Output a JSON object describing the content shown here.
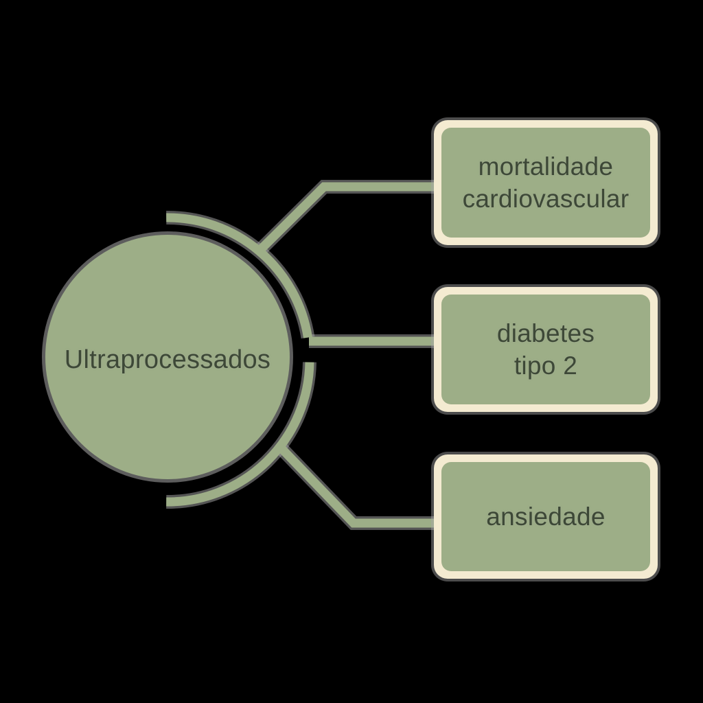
{
  "colors": {
    "background": "#000000",
    "shape_green": "#9dae87",
    "box_border_cream": "#f4ebd1",
    "text_dark_green": "#3d4837",
    "edge_halo_gray": "#a9a9a9"
  },
  "central_node": {
    "label": "Ultraprocessados"
  },
  "nodes": [
    {
      "line1": "mortalidade",
      "line2": "cardiovascular"
    },
    {
      "line1": "diabetes",
      "line2": "tipo 2"
    },
    {
      "line1": "ansiedade",
      "line2": ""
    }
  ]
}
